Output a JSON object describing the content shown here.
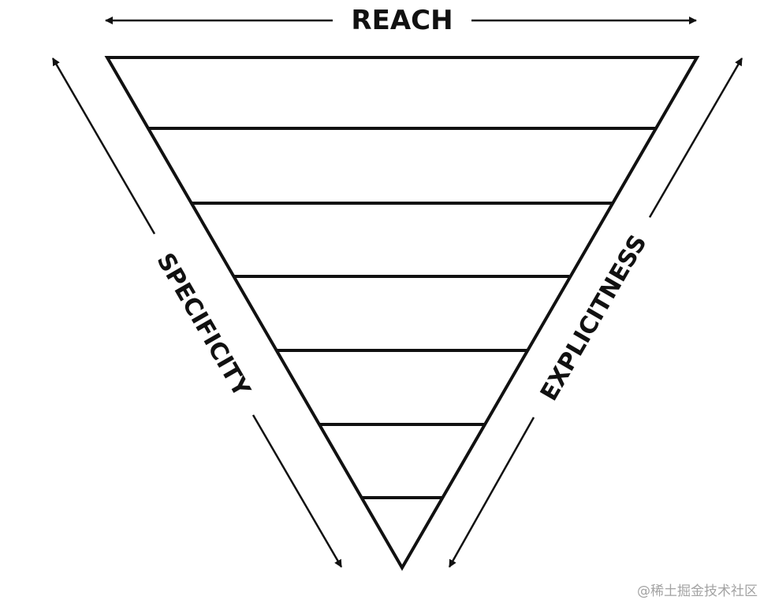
{
  "labels": {
    "top": "REACH",
    "left": "SPECIFICITY",
    "right": "EXPLICITNESS"
  },
  "watermark": "@稀土掘金技术社区",
  "colors": {
    "stroke": "#111111",
    "background": "#ffffff",
    "watermark": "#a3a3a3"
  },
  "triangle": {
    "bands": 7
  }
}
